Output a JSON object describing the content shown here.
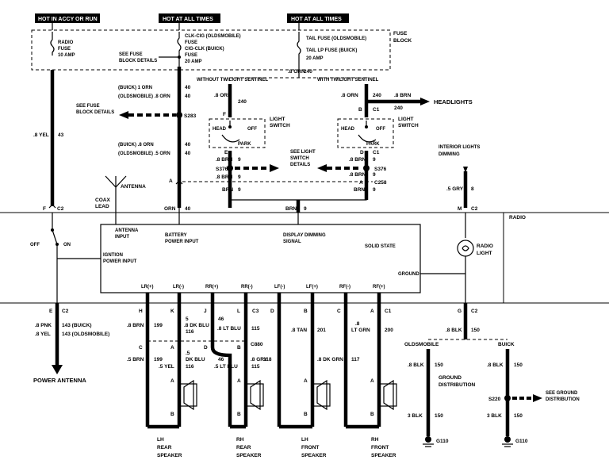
{
  "headers": {
    "accy_run": "HOT IN ACCY OR RUN",
    "at_all_times_1": "HOT AT ALL TIMES",
    "at_all_times_2": "HOT AT ALL TIMES"
  },
  "fuse_block": {
    "label_line1": "FUSE",
    "label_line2": "BLOCK",
    "radio_fuse": [
      "RADIO",
      "FUSE",
      "10 AMP"
    ],
    "clk_cig": [
      "CLK-CIG (OLDSMOBILE)",
      "FUSE",
      "CIG-CLK (BUICK)",
      "FUSE",
      "20 AMP"
    ],
    "see_fuse": [
      "SEE FUSE",
      "BLOCK DETAILS"
    ],
    "tail": [
      "TAIL FUSE (OLDSMOBILE)",
      "TAIL LP FUSE (BUICK)",
      "20 AMP"
    ]
  },
  "twilight": {
    "without": "WITHOUT TWILIGHT SENTINEL",
    "with": "WITH TWILIGHT SENTINEL",
    "orn_top": ".8 ORN",
    "orn_top_ckt": "240",
    "left_wire": ".8 ORN",
    "left_ckt": "240",
    "right_wire": ".8 ORN",
    "right_ckt": "240",
    "conn_b": "B",
    "conn_c1": "C1",
    "right_b": ".8 BRN",
    "right_b_ckt": "240",
    "headlights": "HEADLIGHTS",
    "conn_f": "F"
  },
  "light_switch": {
    "label": [
      "LIGHT",
      "SWITCH"
    ],
    "head": "HEAD",
    "off": "OFF",
    "park": "PARK",
    "see_details": [
      "SEE LIGHT",
      "SWITCH",
      "DETAILS"
    ],
    "conn_e": "E",
    "conn_d": "D",
    "conn_c1": "C1",
    "brn1": ".8 BRN",
    "ckt9": "9",
    "s376": "S376",
    "c258": "C258",
    "brn": "BRN",
    "a": "A"
  },
  "left_feed": {
    "buick_orn": "(BUICK) 1 ORN",
    "olds_orn": "(OLDSMOBILE) .8 ORN",
    "ckt40": "40",
    "see_fuse": [
      "SEE FUSE",
      "BLOCK DETAILS"
    ],
    "s283": "S283",
    "buick_brn": "(BUICK) .8 ORN",
    "olds_brn": "(OLDSMOBILE) .5 ORN",
    "a": "A",
    "orn": "ORN",
    "brn9": "BRN",
    "n9": "9"
  },
  "yel_wire": {
    "label": ".8 YEL",
    "ckt": "43",
    "f": "F",
    "c2": "C2"
  },
  "antenna": {
    "label": "ANTENNA",
    "coax": [
      "COAX",
      "LEAD"
    ]
  },
  "radio": {
    "label": "RADIO",
    "antenna_input": [
      "ANTENNA",
      "INPUT"
    ],
    "battery": [
      "BATTERY",
      "POWER INPUT"
    ],
    "display": [
      "DISPLAY DIMMING",
      "SIGNAL"
    ],
    "solid_state": "SOLID STATE",
    "ignition": [
      "IGNTION",
      "POWER INPUT"
    ],
    "ground": "GROUND",
    "radio_light": [
      "RADIO",
      "LIGHT"
    ],
    "off": "OFF",
    "on": "ON",
    "outputs": [
      "LR(+)",
      "LR(-)",
      "RR(+)",
      "RR(-)",
      "LF(-)",
      "LF(+)",
      "RF(-)",
      "RF(+)"
    ]
  },
  "interior": {
    "label": [
      "INTERIOR LIGHTS",
      "DIMMING"
    ],
    "gry": ".5 GRY",
    "ckt": "8",
    "m": "M",
    "c2": "C2"
  },
  "power_antenna": {
    "e": "E",
    "c2": "C2",
    "pnk": ".8 PNK",
    "pnk_ckt": "143 (BUICK)",
    "yel": ".8 YEL",
    "yel_ckt": "143 (OLDSMOBILE)",
    "label": "POWER ANTENNA"
  },
  "speakers": {
    "conn_letters_top": [
      "H",
      "K",
      "J",
      "L",
      "D",
      "B",
      "C",
      "A"
    ],
    "c3": "C3",
    "c1": "C1",
    "wires_top": [
      {
        "w": ".8 BRN",
        "c": "199"
      },
      {
        "w": ".8 DK BLU",
        "c": "116",
        "pre": "5"
      },
      {
        "w": ".8 LT BLU",
        "c": "115",
        "pre": "46"
      },
      {
        "w": ".8 TAN",
        "c": "201"
      },
      {
        "w": ".8",
        "c": "200",
        "w2": "LT GRN"
      }
    ],
    "conn_c": "C",
    "conn_d": "D",
    "conn_b": "B",
    "conn_a": "A",
    "c880": "C880",
    "wires_bottom": [
      {
        "w": ".5 BRN",
        "c": "199"
      },
      {
        "w": "DK BLU",
        "pre": ".5",
        "c": "116",
        "w2": ".5 YEL"
      },
      {
        "w": ".5 LT BLU",
        "c": "115",
        "pre": "46"
      },
      {
        "w": ".8 GRY",
        "c": "118"
      },
      {
        "w": ".8 DK GRN",
        "c": "117"
      }
    ],
    "letter_a": "A",
    "letter_b": "B",
    "names": [
      [
        "LH",
        "REAR",
        "SPEAKER"
      ],
      [
        "RH",
        "REAR",
        "SPEAKER"
      ],
      [
        "LH",
        "FRONT",
        "SPEAKER"
      ],
      [
        "RH",
        "FRONT",
        "SPEAKER"
      ]
    ]
  },
  "ground": {
    "g": "G",
    "c2": "C2",
    "blk": ".8 BLK",
    "ckt": "150",
    "olds": "OLDSMOBILE",
    "buick": "BUICK",
    "dist": [
      "GROUND",
      "DISTRIBUTION"
    ],
    "blk3": "3 BLK",
    "s220": "S220",
    "see_ground": [
      "SEE GROUND",
      "DISTRIBUTION"
    ],
    "g110": "G110"
  }
}
